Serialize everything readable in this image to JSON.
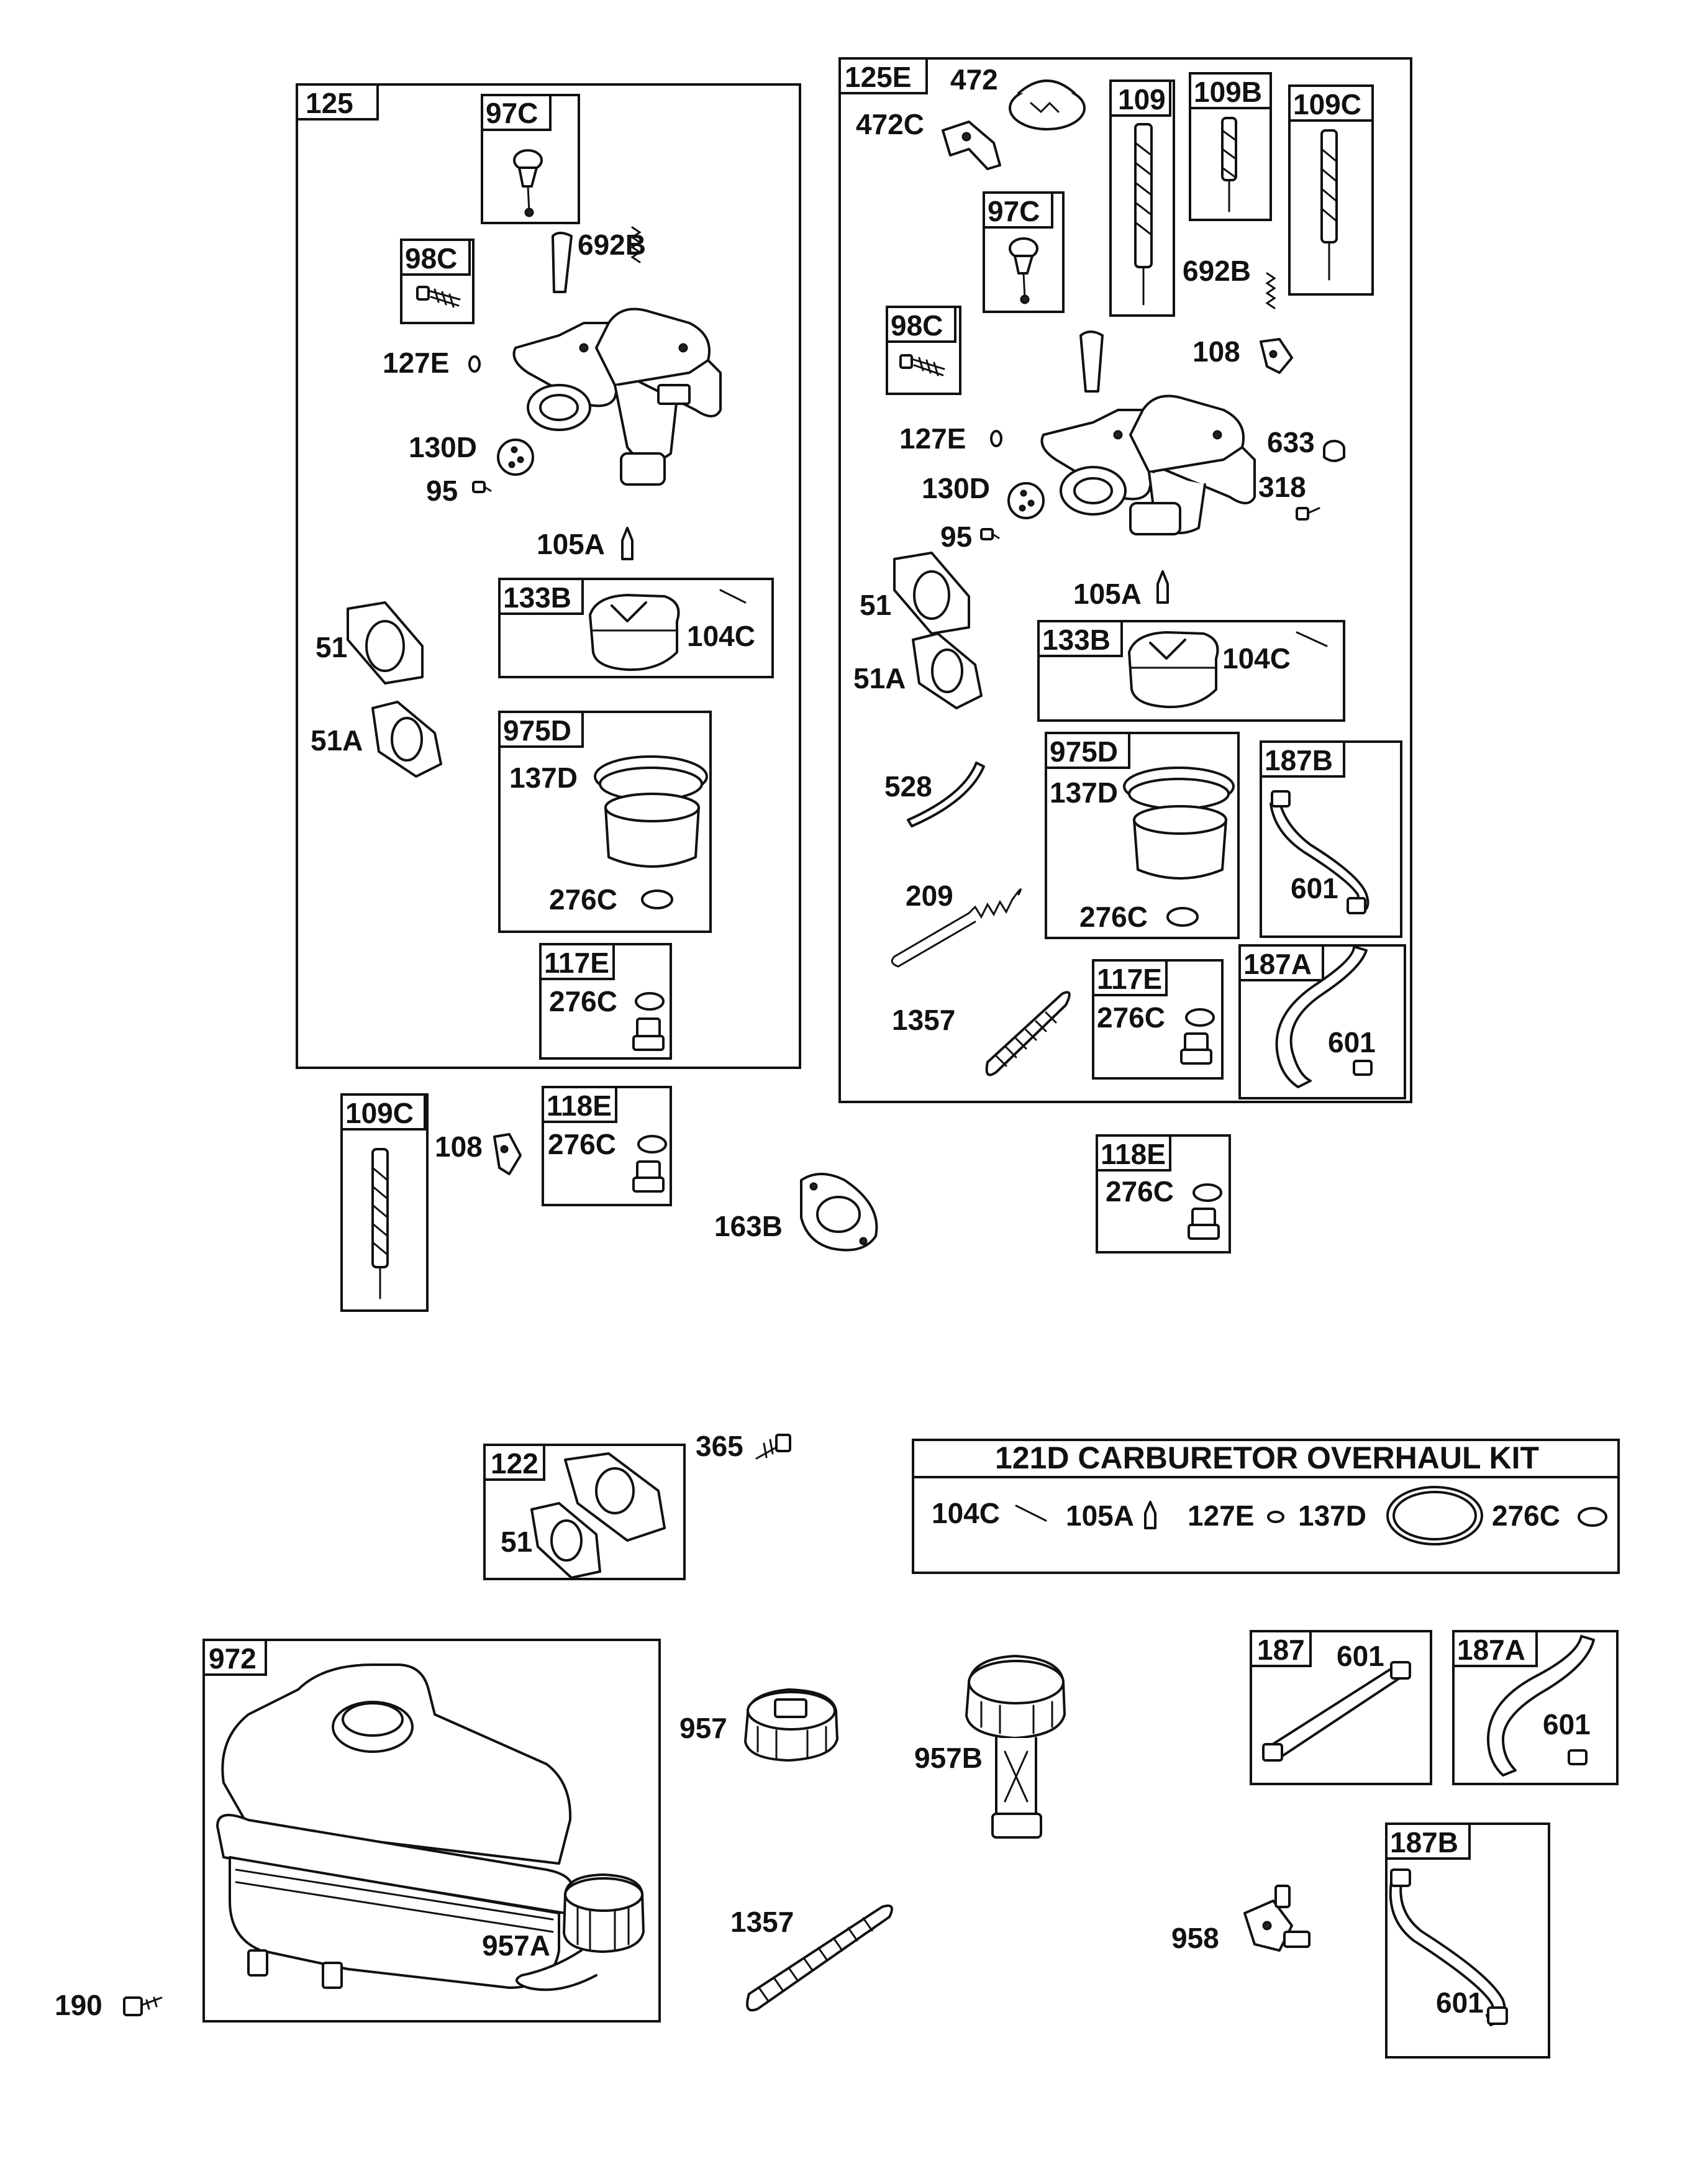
{
  "boxes": {
    "b125": "125",
    "b97c_a": "97C",
    "b98c_a": "98C",
    "b133b_a": "133B",
    "b975d_a": "975D",
    "b117e_a": "117E",
    "b109c_a": "109C",
    "b118e_a": "118E",
    "b125e": "125E",
    "b109": "109",
    "b109b": "109B",
    "b109c_b": "109C",
    "b97c_b": "97C",
    "b98c_b": "98C",
    "b133b_b": "133B",
    "b975d_b": "975D",
    "b187b_a": "187B",
    "b117e_b": "117E",
    "b187a_a": "187A",
    "b118e_b": "118E",
    "b122": "122",
    "b972": "972",
    "b187": "187",
    "b187a_b": "187A",
    "b187b_b": "187B"
  },
  "kit": {
    "title": "121D CARBURETOR OVERHAUL KIT",
    "items": [
      "104C",
      "105A",
      "127E",
      "137D",
      "276C"
    ]
  },
  "callouts": {
    "c692b_a": "692B",
    "c127e_a": "127E",
    "c130d_a": "130D",
    "c95_a": "95",
    "c105a_a": "105A",
    "c104c_a": "104C",
    "c51_a": "51",
    "c51a_a": "51A",
    "c137d_a": "137D",
    "c276c_a": "276C",
    "c276c_b": "276C",
    "c108_a": "108",
    "c276c_c": "276C",
    "c163b": "163B",
    "c472": "472",
    "c472c": "472C",
    "c692b_b": "692B",
    "c108_b": "108",
    "c127e_b": "127E",
    "c633": "633",
    "c130d_b": "130D",
    "c318": "318",
    "c95_b": "95",
    "c105a_b": "105A",
    "c51_b": "51",
    "c104c_b": "104C",
    "c51a_b": "51A",
    "c528": "528",
    "c137d_b": "137D",
    "c601_a": "601",
    "c209": "209",
    "c276c_d": "276C",
    "c1357_a": "1357",
    "c276c_e": "276C",
    "c601_b": "601",
    "c276c_f": "276C",
    "c365": "365",
    "c51_c": "51",
    "c957": "957",
    "c957b": "957B",
    "c957a": "957A",
    "c1357_b": "1357",
    "c958": "958",
    "c190": "190",
    "c601_c": "601",
    "c601_d": "601",
    "c601_e": "601"
  }
}
